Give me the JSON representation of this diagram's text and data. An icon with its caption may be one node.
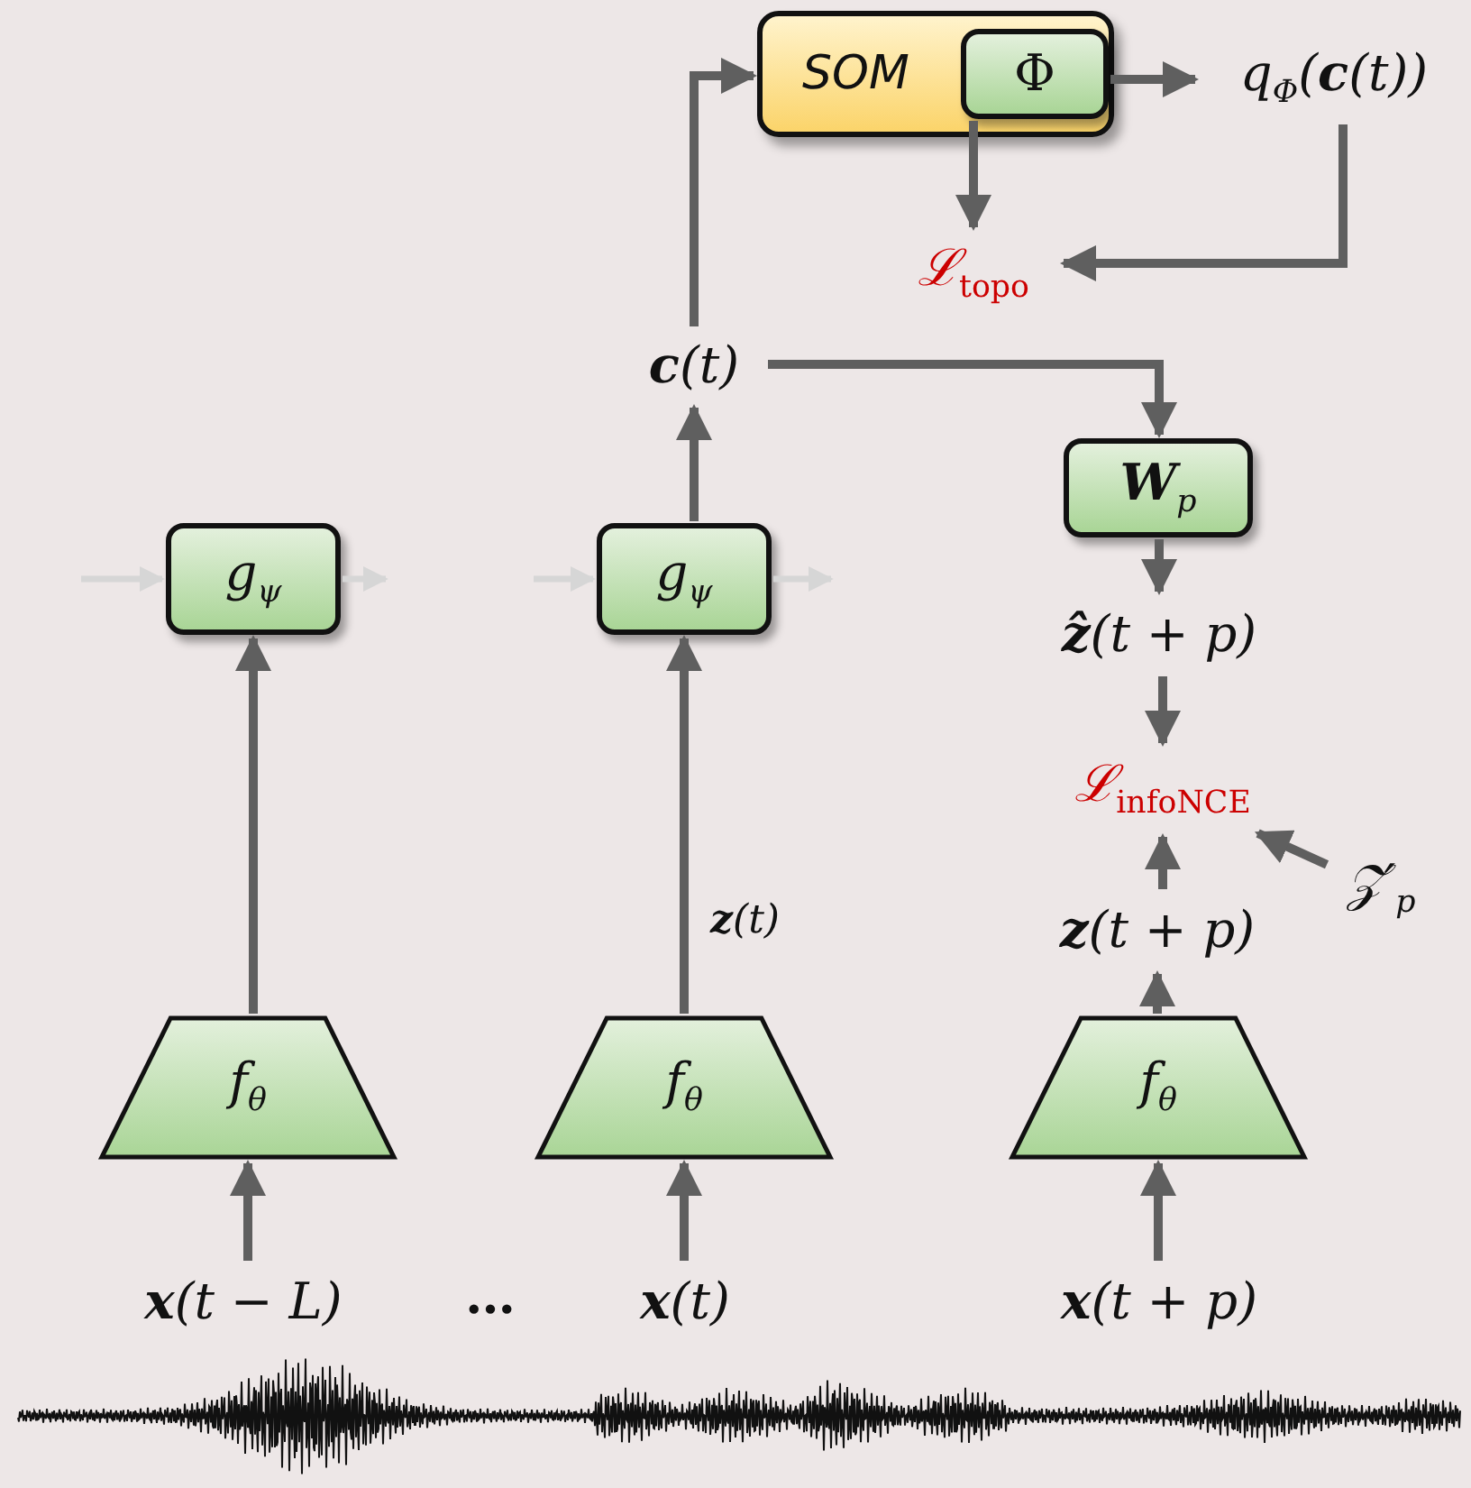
{
  "diagram": {
    "nodes": [
      {
        "text": [
          "SOM"
        ]
      },
      {
        "text": [
          "Φ"
        ],
        "in": 0
      },
      {
        "text": [
          "q$_{Φ}$(**c**(t))"
        ]
      },
      {
        "text": [
          "ℒ$_{topo}$"
        ]
      },
      {
        "text": [
          "**c**(t)"
        ]
      },
      {
        "text": [
          "**W**$_{p}$"
        ]
      },
      {
        "text": [
          "g$_{ψ}$"
        ]
      },
      {
        "text": [
          "g$_{ψ}$"
        ]
      },
      {
        "text": [
          "**ẑ**(t + p)"
        ]
      },
      {
        "text": [
          "ℒ$_{infoNCE}$"
        ]
      },
      {
        "text": [
          "𝒵′$_{p}$"
        ]
      },
      {
        "text": [
          "**z**(t + p)"
        ]
      },
      {
        "text": [
          "f$_{θ}$"
        ]
      },
      {
        "text": [
          "f$_{θ}$"
        ]
      },
      {
        "text": [
          "f$_{θ}$"
        ]
      },
      {
        "text": [
          "**x**(t − L)"
        ]
      },
      {
        "text": [
          "**x**(t)"
        ]
      },
      {
        "text": [
          "**x**(t + p)"
        ]
      }
    ],
    "edges": [
      {
        "from": 4,
        "to": 0,
        "arrow": "to"
      },
      {
        "from": 1,
        "to": 2,
        "arrow": "to"
      },
      {
        "from": 1,
        "to": 3,
        "arrow": "to"
      },
      {
        "from": 2,
        "to": 3,
        "arrow": "to"
      },
      {
        "from": 7,
        "to": 4,
        "arrow": "to"
      },
      {
        "from": 4,
        "to": 5,
        "arrow": "to"
      },
      {
        "from": 5,
        "to": 8,
        "arrow": "to"
      },
      {
        "from": 8,
        "to": 9,
        "arrow": "to"
      },
      {
        "from": 10,
        "to": 9,
        "arrow": "to"
      },
      {
        "from": 11,
        "to": 9,
        "arrow": "to"
      },
      {
        "from": 13,
        "to": 7,
        "arrow": "to",
        "label": "**z**(t)"
      },
      {
        "from": 12,
        "to": 6,
        "arrow": "to"
      },
      {
        "from": 14,
        "to": 11,
        "arrow": "to"
      },
      {
        "from": 15,
        "to": 12,
        "arrow": "to"
      },
      {
        "from": 16,
        "to": 13,
        "arrow": "to"
      },
      {
        "from": 17,
        "to": 14,
        "arrow": "to"
      },
      {
        "from": null,
        "to": 6,
        "arrow": "to",
        "color": "#d6d6d6"
      },
      {
        "from": 6,
        "to": null,
        "arrow": "to",
        "color": "#d6d6d6"
      },
      {
        "from": null,
        "to": 7,
        "arrow": "to",
        "color": "#d6d6d6"
      },
      {
        "from": 7,
        "to": null,
        "arrow": "to",
        "color": "#d6d6d6"
      }
    ],
    "labels": [
      "…"
    ]
  }
}
